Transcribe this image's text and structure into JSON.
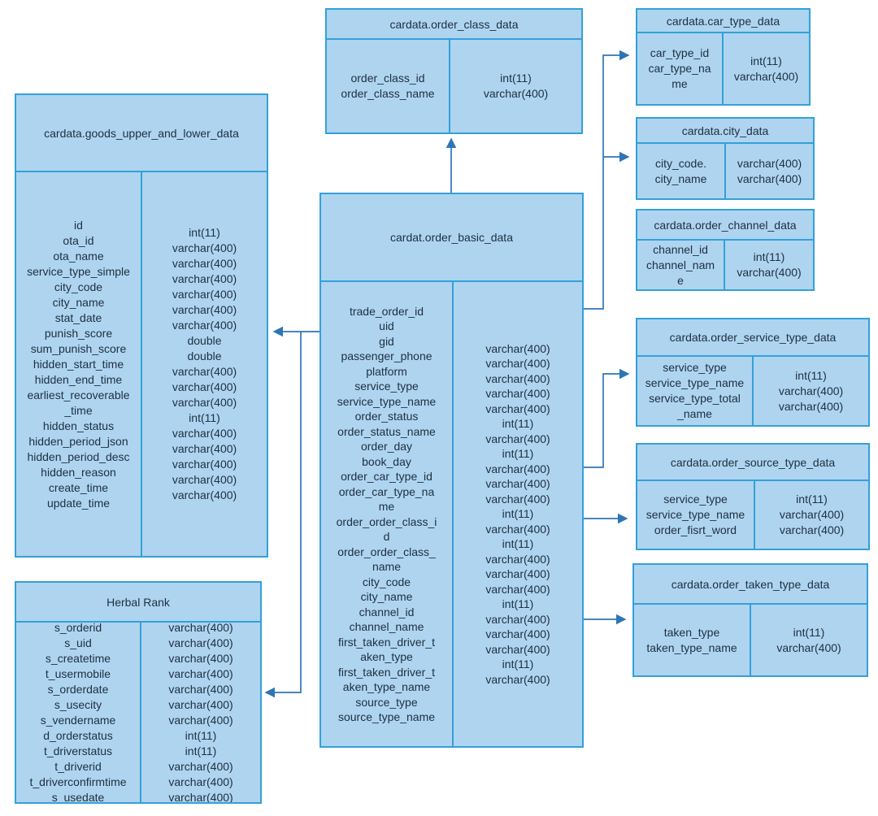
{
  "diagram": {
    "colors": {
      "table_fill": "#aed4f0",
      "table_border": "#33a1d8",
      "connector": "#2e75b6",
      "text": "#203142",
      "background": "#ffffff"
    },
    "tables": {
      "order_class": {
        "title": "cardata.order_class_data",
        "fields": [
          "order_class_id",
          "order_class_name"
        ],
        "types": [
          "int(11)",
          "varchar(400)"
        ]
      },
      "car_type": {
        "title": "cardata.car_type_data",
        "fields": [
          "car_type_id",
          "car_type_na\nme"
        ],
        "types": [
          "int(11)",
          "varchar(400)"
        ]
      },
      "city": {
        "title": "cardata.city_data",
        "fields": [
          "city_code.",
          "city_name"
        ],
        "types": [
          "varchar(400)",
          "varchar(400)"
        ]
      },
      "order_channel": {
        "title": "cardata.order_channel_data",
        "fields": [
          "channel_id",
          "channel_nam\ne"
        ],
        "types": [
          "int(11)",
          "varchar(400)"
        ]
      },
      "order_service": {
        "title": "cardata.order_service_type_data",
        "fields": [
          "service_type",
          "service_type_name",
          "service_type_total\n_name"
        ],
        "types": [
          "int(11)",
          "varchar(400)",
          "varchar(400)"
        ]
      },
      "order_source": {
        "title": "cardata.order_source_type_data",
        "fields": [
          "service_type",
          "service_type_name",
          "order_fisrt_word"
        ],
        "types": [
          "int(11)",
          "varchar(400)",
          "varchar(400)"
        ]
      },
      "order_taken": {
        "title": "cardata.order_taken_type_data",
        "fields": [
          "taken_type",
          "taken_type_name"
        ],
        "types": [
          "int(11)",
          "varchar(400)"
        ]
      },
      "goods": {
        "title": "cardata.goods_upper_and_lower_data",
        "fields": [
          "id",
          "ota_id",
          "ota_name",
          "service_type_simple",
          "city_code",
          "city_name",
          "stat_date",
          "punish_score",
          "sum_punish_score",
          "hidden_start_time",
          "hidden_end_time",
          "earliest_recoverable\n_time",
          "hidden_status",
          "hidden_period_json",
          "hidden_period_desc",
          "hidden_reason",
          "create_time",
          "update_time"
        ],
        "types": [
          "int(11)",
          "varchar(400)",
          "varchar(400)",
          "varchar(400)",
          "varchar(400)",
          "varchar(400)",
          "varchar(400)",
          "double",
          "double",
          "varchar(400)",
          "varchar(400)",
          "varchar(400)",
          "int(11)",
          "varchar(400)",
          "varchar(400)",
          "varchar(400)",
          "varchar(400)",
          "varchar(400)"
        ]
      },
      "order_basic": {
        "title": "cardat.order_basic_data",
        "fields": [
          "trade_order_id",
          "uid",
          "gid",
          "passenger_phone",
          "platform",
          "service_type",
          "service_type_name",
          "order_status",
          "order_status_name",
          "order_day",
          "book_day",
          "order_car_type_id",
          "order_car_type_na\nme",
          "order_order_class_i\nd",
          "order_order_class_\nname",
          "city_code",
          "city_name",
          "channel_id",
          "channel_name",
          "first_taken_driver_t\naken_type",
          "first_taken_driver_t\naken_type_name",
          "source_type",
          "source_type_name"
        ],
        "types": [
          "varchar(400)",
          "varchar(400)",
          "varchar(400)",
          "varchar(400)",
          "varchar(400)",
          "int(11)",
          "varchar(400)",
          "int(11)",
          "varchar(400)",
          "varchar(400)",
          "varchar(400)",
          "int(11)",
          "varchar(400)",
          "int(11)",
          "varchar(400)",
          "varchar(400)",
          "varchar(400)",
          "int(11)",
          "varchar(400)",
          "varchar(400)",
          "varchar(400)",
          "int(11)",
          "varchar(400)"
        ]
      },
      "herbal_rank": {
        "title": "Herbal Rank",
        "fields": [
          "s_orderid",
          "s_uid",
          "s_createtime",
          "t_usermobile",
          "s_orderdate",
          "s_usecity",
          "s_vendername",
          "d_orderstatus",
          "t_driverstatus",
          "t_driverid",
          "t_driverconfirmtime",
          "s_usedate"
        ],
        "types": [
          "varchar(400)",
          "varchar(400)",
          "varchar(400)",
          "varchar(400)",
          "varchar(400)",
          "varchar(400)",
          "varchar(400)",
          "int(11)",
          "int(11)",
          "varchar(400)",
          "varchar(400)",
          "varchar(400)"
        ]
      }
    }
  }
}
